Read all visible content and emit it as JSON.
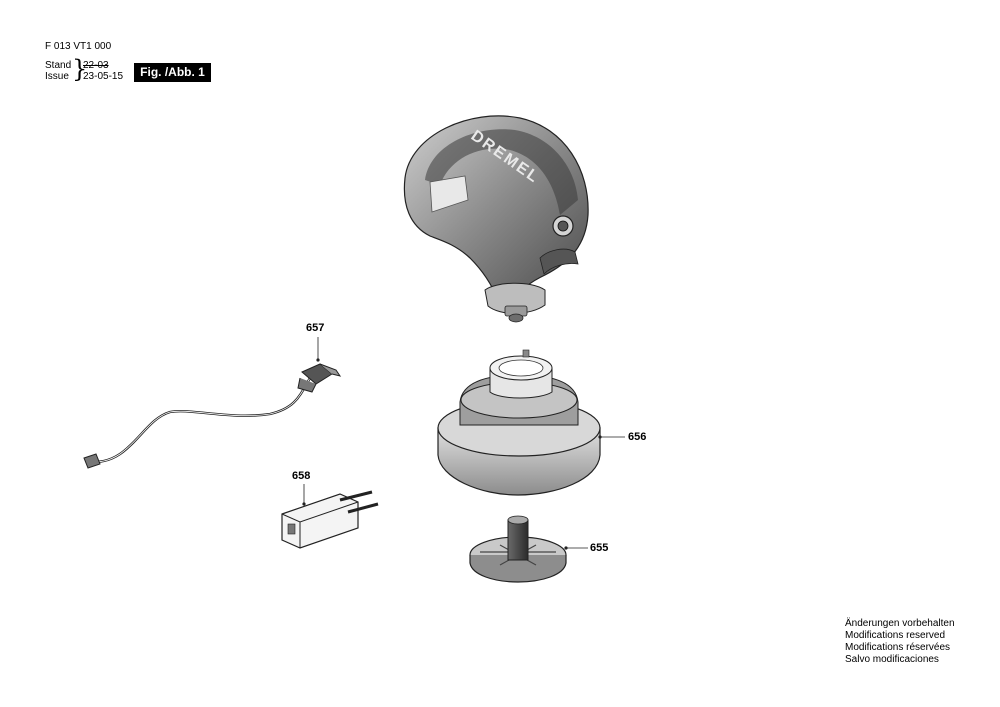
{
  "header": {
    "doc_number": "F 013 VT1 000",
    "stand_label": "Stand",
    "issue_label": "Issue",
    "stand_date": "22-03",
    "issue_date": "23-05-15",
    "figure_label": "Fig. /Abb. 1"
  },
  "parts": [
    {
      "number": "657",
      "name": "usb-cable"
    },
    {
      "number": "656",
      "name": "charging-base"
    },
    {
      "number": "658",
      "name": "power-adapter"
    },
    {
      "number": "655",
      "name": "base-insert"
    }
  ],
  "product": {
    "brand": "DREMEL"
  },
  "notes": [
    "Änderungen vorbehalten",
    "Modifications reserved",
    "Modifications réservées",
    "Salvo modificaciones"
  ]
}
